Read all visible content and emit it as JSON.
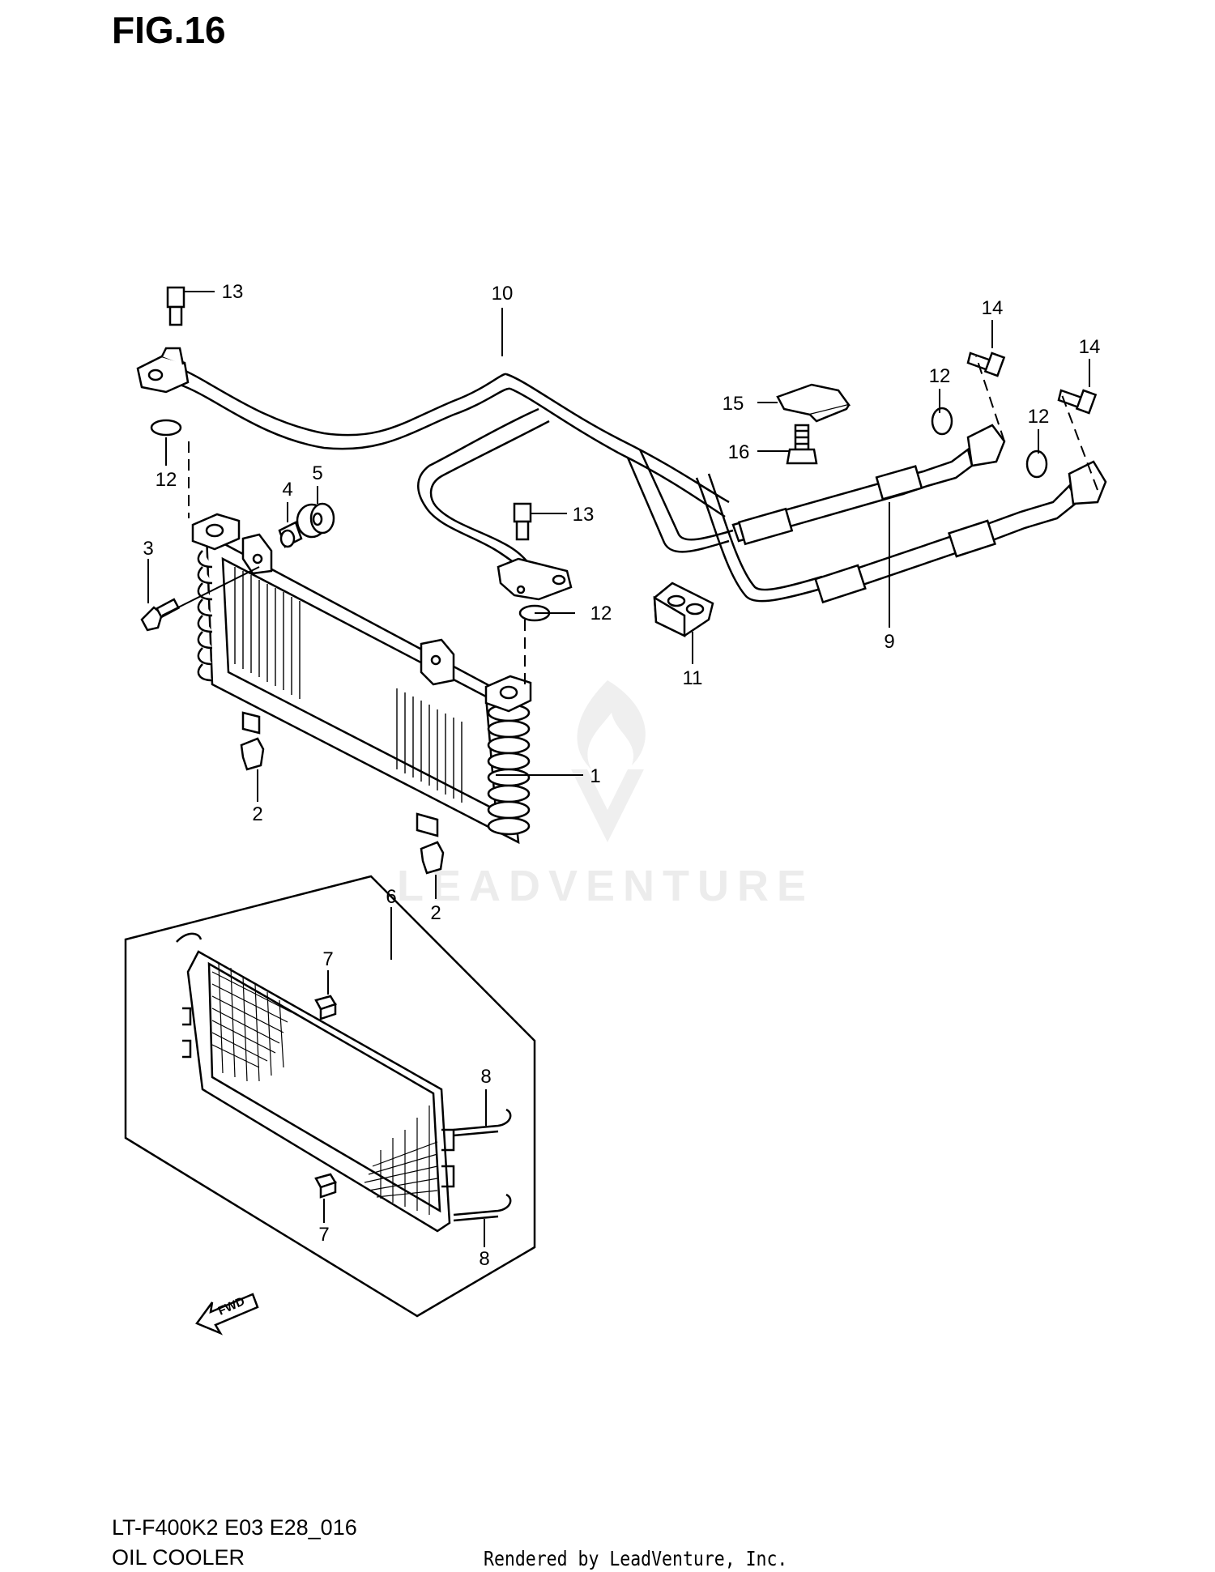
{
  "figure": {
    "title": "FIG.16"
  },
  "footer": {
    "model_code": "LT-F400K2 E03 E28_016",
    "section_name": "OIL COOLER",
    "credit": "Rendered by LeadVenture, Inc."
  },
  "watermark": {
    "text": "LEADVENTURE",
    "color": "#ececec"
  },
  "fwd_label": "FWD",
  "callouts": [
    {
      "id": "c1",
      "label": "1"
    },
    {
      "id": "c2a",
      "label": "2"
    },
    {
      "id": "c2b",
      "label": "2"
    },
    {
      "id": "c3",
      "label": "3"
    },
    {
      "id": "c4",
      "label": "4"
    },
    {
      "id": "c5",
      "label": "5"
    },
    {
      "id": "c6",
      "label": "6"
    },
    {
      "id": "c7a",
      "label": "7"
    },
    {
      "id": "c7b",
      "label": "7"
    },
    {
      "id": "c8a",
      "label": "8"
    },
    {
      "id": "c8b",
      "label": "8"
    },
    {
      "id": "c9",
      "label": "9"
    },
    {
      "id": "c10",
      "label": "10"
    },
    {
      "id": "c11",
      "label": "11"
    },
    {
      "id": "c12a",
      "label": "12"
    },
    {
      "id": "c12b",
      "label": "12"
    },
    {
      "id": "c12c",
      "label": "12"
    },
    {
      "id": "c12d",
      "label": "12"
    },
    {
      "id": "c13a",
      "label": "13"
    },
    {
      "id": "c13b",
      "label": "13"
    },
    {
      "id": "c14a",
      "label": "14"
    },
    {
      "id": "c14b",
      "label": "14"
    },
    {
      "id": "c15",
      "label": "15"
    },
    {
      "id": "c16",
      "label": "16"
    }
  ]
}
